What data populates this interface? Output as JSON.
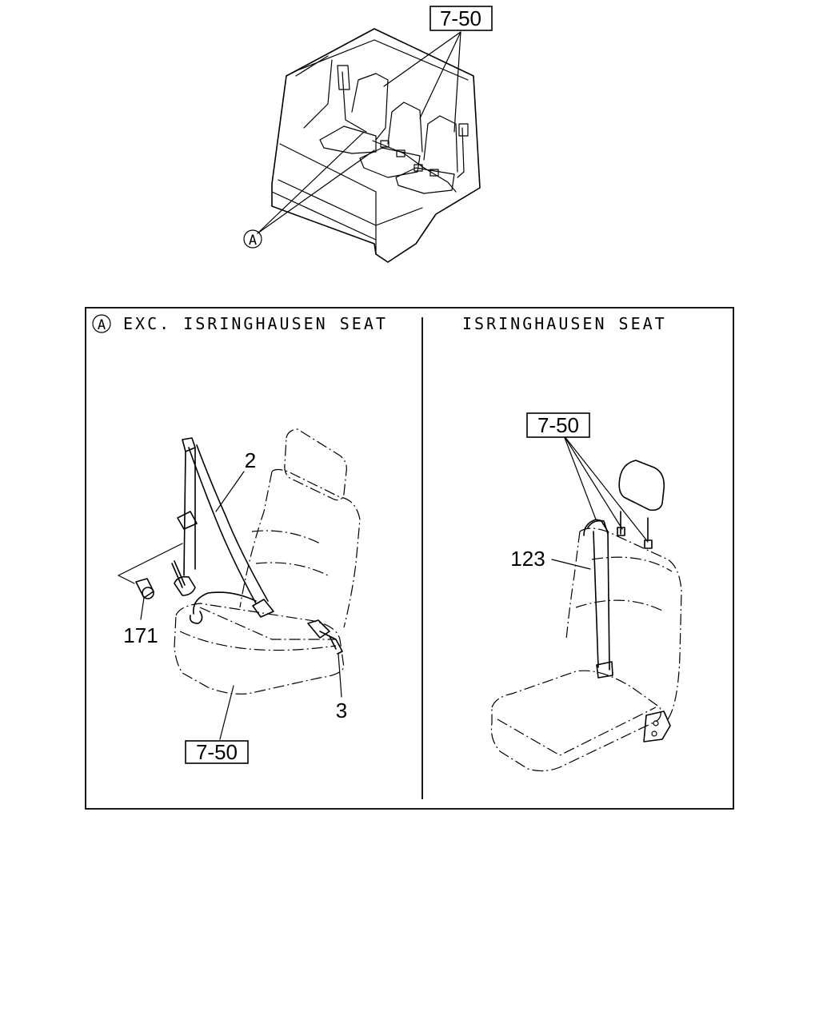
{
  "overview": {
    "ref_top": "7-50",
    "callout_a": "A"
  },
  "panel_left": {
    "callout": "A",
    "title": "EXC. ISRINGHAUSEN SEAT",
    "part_2": "2",
    "part_171": "171",
    "part_3": "3",
    "ref_bottom": "7-50"
  },
  "panel_right": {
    "title": "ISRINGHAUSEN SEAT",
    "ref": "7-50",
    "part_123": "123"
  }
}
